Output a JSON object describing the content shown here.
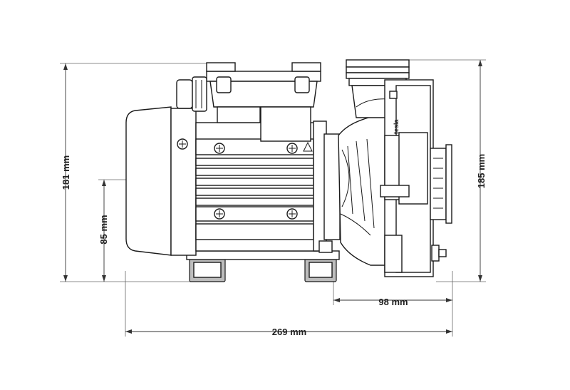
{
  "dimensions": {
    "height_motor": "181 mm",
    "height_pump": "185 mm",
    "shaft_height": "85 mm",
    "wet_end_length": "98 mm",
    "overall_length": "269 mm"
  },
  "label": {
    "brand": "tesla"
  }
}
